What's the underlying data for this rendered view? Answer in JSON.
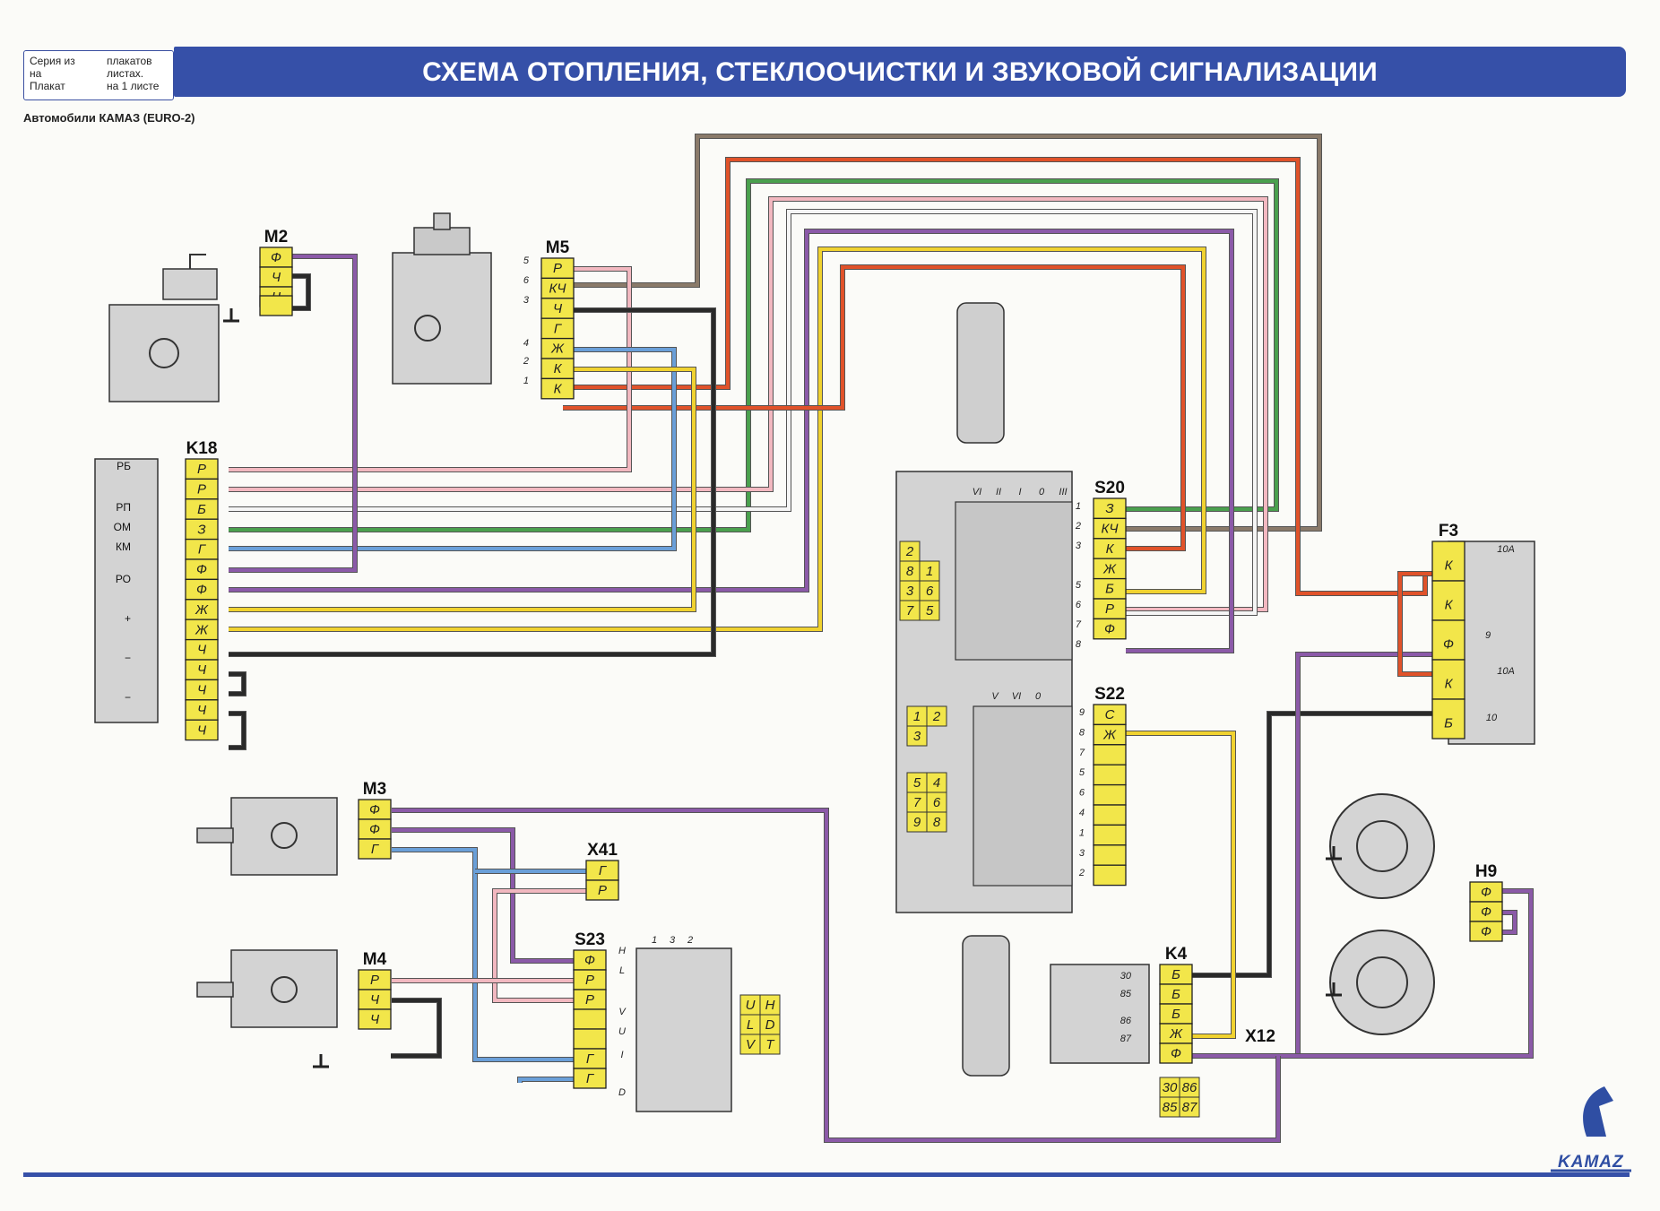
{
  "header": {
    "series_box": {
      "left_lines": [
        "Серия из",
        "на",
        "Плакат"
      ],
      "right_lines": [
        "плакатов",
        "листах.",
        "на 1 листе"
      ]
    },
    "title": "СХЕМА ОТОПЛЕНИЯ, СТЕКЛООЧИСТКИ И ЗВУКОВОЙ СИГНАЛИЗАЦИИ",
    "subtitle": "Автомобили КАМАЗ (EURO-2)"
  },
  "components": {
    "M2": {
      "label": "M2",
      "pins": [
        "Ф",
        "Ч",
        "Ч"
      ]
    },
    "M5": {
      "label": "M5",
      "pins": [
        "Р",
        "КЧ",
        "Ч",
        "Г",
        "Ж",
        "К",
        "К"
      ],
      "terminal_numbers": [
        "5",
        "6",
        "3",
        "4",
        "2",
        "1"
      ]
    },
    "K18": {
      "label": "K18",
      "pins": [
        "Р",
        "Р",
        "Б",
        "З",
        "Г",
        "Ф",
        "Ф",
        "Ж",
        "Ж",
        "Ч",
        "Ч",
        "Ч",
        "Ч",
        "Ч"
      ],
      "side_labels": [
        "РБ",
        "РП",
        "ОМ",
        "КМ",
        "РО",
        "+",
        "−",
        "−"
      ]
    },
    "S20": {
      "label": "S20",
      "pins": [
        "З",
        "КЧ",
        "К",
        "Ж",
        "Б",
        "Р",
        "Ф"
      ],
      "terminal_numbers": [
        "1",
        "2",
        "3",
        "5",
        "6",
        "7",
        "8"
      ],
      "positions": [
        "VI",
        "II",
        "I",
        "0",
        "III"
      ]
    },
    "S22": {
      "label": "S22",
      "pins": [
        "С",
        "Ж",
        "",
        "",
        "",
        "",
        "",
        "",
        ""
      ],
      "terminal_numbers": [
        "9",
        "8",
        "7",
        "5",
        "6",
        "4",
        "1",
        "3",
        "2"
      ],
      "positions": [
        "V",
        "VI",
        "0"
      ]
    },
    "F3": {
      "label": "F3",
      "pins": [
        "К",
        "К",
        "Ф",
        "К",
        "Б"
      ],
      "fuse_ratings": [
        "10А",
        "10А"
      ],
      "terminal_numbers": [
        "9",
        "10"
      ]
    },
    "M3": {
      "label": "M3",
      "pins": [
        "Ф",
        "Ф",
        "Г"
      ]
    },
    "M4": {
      "label": "M4",
      "pins": [
        "Р",
        "Ч",
        "Ч"
      ]
    },
    "X41": {
      "label": "X41",
      "pins": [
        "Г",
        "Р"
      ]
    },
    "S23": {
      "label": "S23",
      "pins": [
        "Ф",
        "Р",
        "Р",
        "",
        "",
        "Г",
        "Г"
      ],
      "terminal_letters": [
        "H",
        "L",
        "V",
        "U",
        "I",
        "D"
      ],
      "positions": [
        "1",
        "3",
        "2"
      ]
    },
    "K4": {
      "label": "K4",
      "pins": [
        "Б",
        "Б",
        "Б",
        "Ж",
        "Ф"
      ],
      "terminal_numbers": [
        "30",
        "85",
        "86",
        "87"
      ],
      "socket_labels": [
        "30",
        "86",
        "85",
        "87"
      ]
    },
    "X12": {
      "label": "X12"
    },
    "H9": {
      "label": "H9",
      "pins": [
        "Ф",
        "Ф",
        "Ф"
      ]
    }
  },
  "s20_indicator_grid": [
    "2",
    "8",
    "1",
    "3",
    "6",
    "7",
    "5"
  ],
  "s22_indicator_grid_top": [
    "1",
    "2",
    "3"
  ],
  "s22_indicator_grid_bottom": [
    "5",
    "4",
    "7",
    "6",
    "9",
    "8"
  ],
  "s23_side_table": [
    "U",
    "H",
    "L",
    "D",
    "V",
    "T"
  ],
  "wire_colors": {
    "Р": "#f2b8c0",
    "КЧ": "#8a7a6a",
    "Ч": "#2a2a2a",
    "Г": "#6a9fd8",
    "Ж": "#f0d230",
    "К": "#e0522a",
    "Б": "#f5f5f5",
    "З": "#4aa04e",
    "Ф": "#8b5aa8"
  },
  "logo": {
    "text": "KAMAZ",
    "color": "#2f4ea3"
  }
}
